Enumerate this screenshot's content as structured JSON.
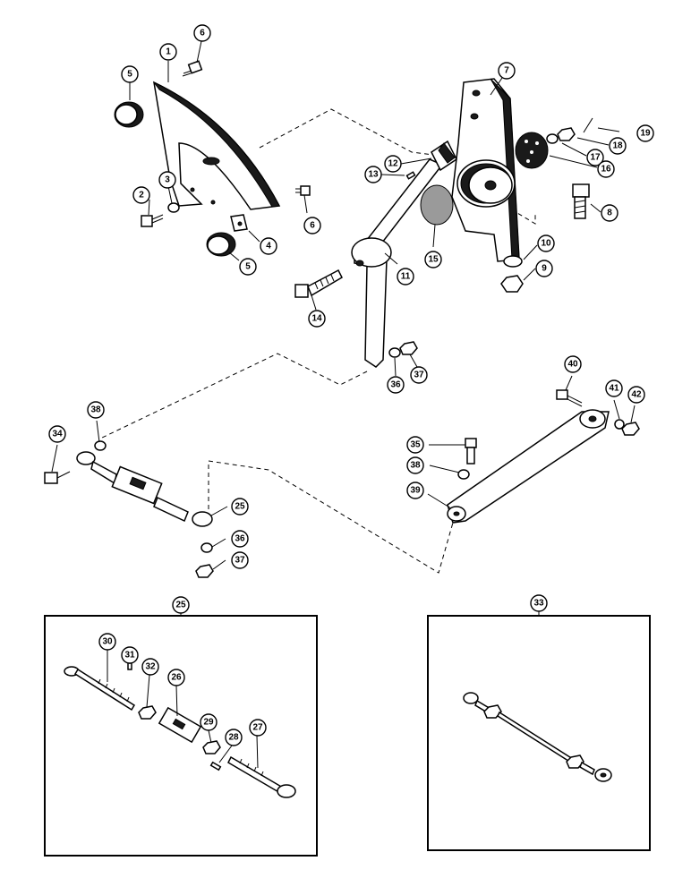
{
  "callouts": {
    "c1": "1",
    "c2": "2",
    "c3": "3",
    "c4": "4",
    "c5a": "5",
    "c5b": "5",
    "c6a": "6",
    "c6b": "6",
    "c7": "7",
    "c8": "8",
    "c9": "9",
    "c10": "10",
    "c11": "11",
    "c12": "12",
    "c13": "13",
    "c14": "14",
    "c15": "15",
    "c16": "16",
    "c17": "17",
    "c18": "18",
    "c19": "19",
    "c25a": "25",
    "c34": "34",
    "c35": "35",
    "c36a": "36",
    "c36b": "36",
    "c37a": "37",
    "c37b": "37",
    "c38a": "38",
    "c38b": "38",
    "c39": "39",
    "c40": "40",
    "c41": "41",
    "c42": "42"
  },
  "inset_25": {
    "title": "25",
    "callouts": {
      "c30": "30",
      "c31": "31",
      "c32": "32",
      "c26": "26",
      "c29": "29",
      "c28": "28",
      "c27": "27"
    }
  },
  "inset_33": {
    "title": "33"
  }
}
